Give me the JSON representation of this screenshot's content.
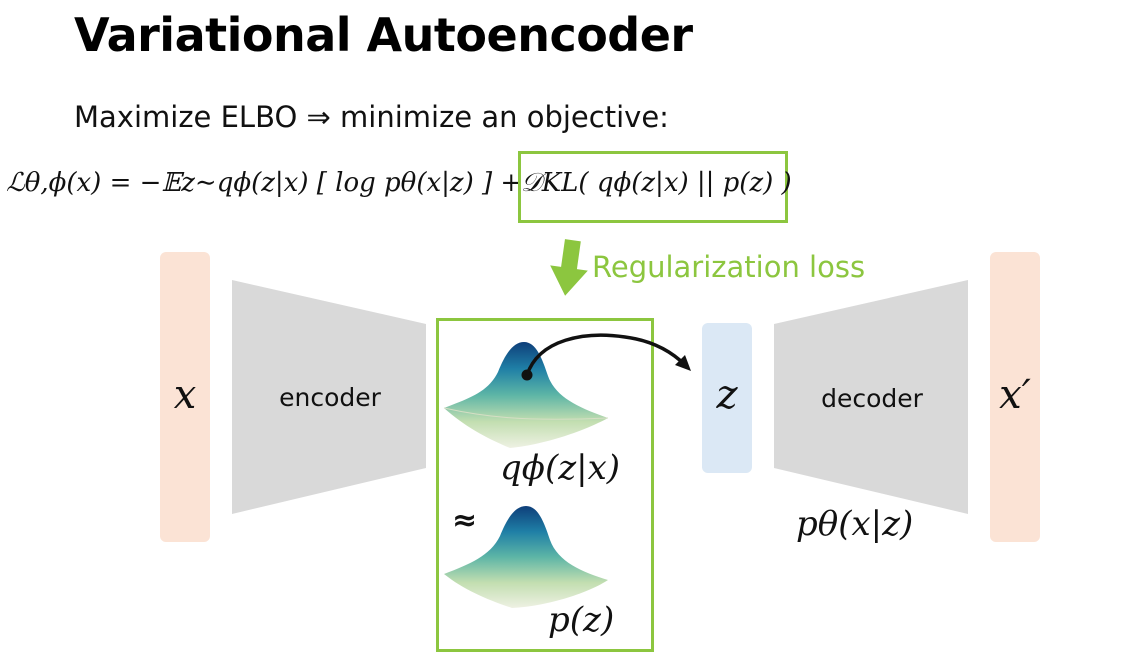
{
  "slide": {
    "title": "Variational Autoencoder",
    "subtitle": "Maximize ELBO ⇒ minimize an objective:",
    "formula_main": "ℒθ,ϕ(x) = −𝔼z∼qϕ(z|x) [ log pθ(x|z) ] +",
    "formula_kl": "𝒟KL( qϕ(z|x) || p(z) )",
    "regularization_label": "Regularization loss",
    "input_label": "x",
    "encoder_label": "encoder",
    "posterior_label": "qϕ(z|x)",
    "approx_symbol": "≈",
    "prior_label": "p(z)",
    "latent_label": "z",
    "decoder_label": "decoder",
    "likelihood_label": "pθ(x|z)",
    "output_label": "x′"
  },
  "colors": {
    "accent_green": "#8cc63f",
    "input_output_fill": "#fbe3d5",
    "latent_fill": "#dbe8f5",
    "network_fill": "#d9d9d9"
  }
}
